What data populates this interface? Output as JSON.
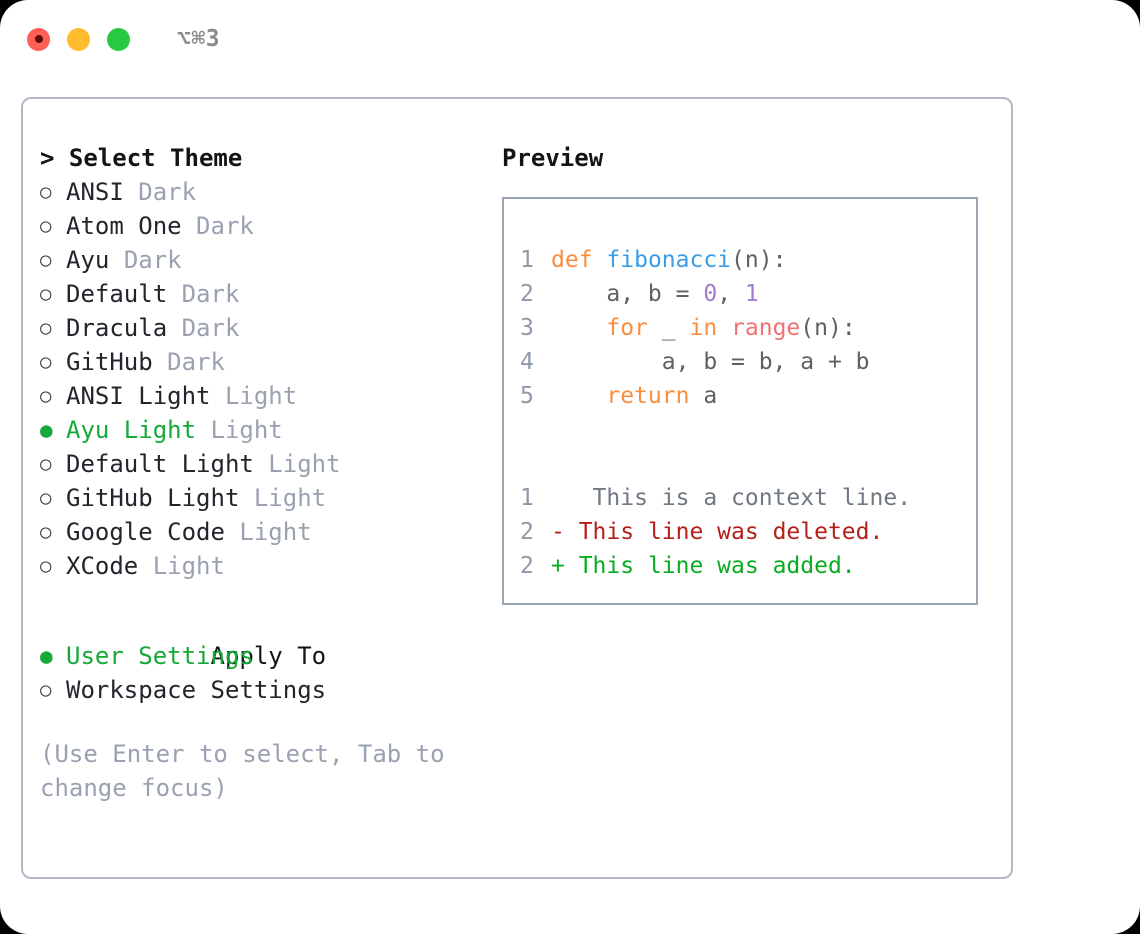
{
  "titlebar": {
    "shortcut": "⌥⌘3",
    "buttons": [
      {
        "name": "close",
        "color": "#ff5f57"
      },
      {
        "name": "minimize",
        "color": "#febc2e"
      },
      {
        "name": "maximize",
        "color": "#28c840"
      }
    ]
  },
  "theme_picker": {
    "heading": "> Select Theme",
    "bullet_off": "○",
    "bullet_on": "●",
    "items": [
      {
        "name": "ANSI",
        "kind": "Dark",
        "selected": false
      },
      {
        "name": "Atom One",
        "kind": "Dark",
        "selected": false
      },
      {
        "name": "Ayu",
        "kind": "Dark",
        "selected": false
      },
      {
        "name": "Default",
        "kind": "Dark",
        "selected": false
      },
      {
        "name": "Dracula",
        "kind": "Dark",
        "selected": false
      },
      {
        "name": "GitHub",
        "kind": "Dark",
        "selected": false
      },
      {
        "name": "ANSI Light",
        "kind": "Light",
        "selected": false
      },
      {
        "name": "Ayu Light",
        "kind": "Light",
        "selected": true
      },
      {
        "name": "Default Light",
        "kind": "Light",
        "selected": false
      },
      {
        "name": "GitHub Light",
        "kind": "Light",
        "selected": false
      },
      {
        "name": "Google Code",
        "kind": "Light",
        "selected": false
      },
      {
        "name": "XCode",
        "kind": "Light",
        "selected": false
      }
    ]
  },
  "apply_to": {
    "heading": "Apply To",
    "items": [
      {
        "name": "User Settings",
        "selected": true
      },
      {
        "name": "Workspace Settings",
        "selected": false
      }
    ]
  },
  "hint": "(Use Enter to select, Tab to\nchange focus)",
  "preview": {
    "heading": "Preview",
    "code_lines": [
      {
        "num": "1",
        "tokens": [
          {
            "t": "def",
            "c": "kw"
          },
          {
            "t": " ",
            "c": "plain"
          },
          {
            "t": "fibonacci",
            "c": "fn"
          },
          {
            "t": "(n):",
            "c": "punct"
          }
        ]
      },
      {
        "num": "2",
        "tokens": [
          {
            "t": "    a, b = ",
            "c": "plain"
          },
          {
            "t": "0",
            "c": "num"
          },
          {
            "t": ", ",
            "c": "plain"
          },
          {
            "t": "1",
            "c": "num"
          }
        ]
      },
      {
        "num": "3",
        "tokens": [
          {
            "t": "    ",
            "c": "plain"
          },
          {
            "t": "for",
            "c": "kw"
          },
          {
            "t": " _ ",
            "c": "plain"
          },
          {
            "t": "in",
            "c": "kw"
          },
          {
            "t": " ",
            "c": "plain"
          },
          {
            "t": "range",
            "c": "call"
          },
          {
            "t": "(n):",
            "c": "punct"
          }
        ]
      },
      {
        "num": "4",
        "tokens": [
          {
            "t": "        a, b = b, a + b",
            "c": "plain"
          }
        ]
      },
      {
        "num": "5",
        "tokens": [
          {
            "t": "    ",
            "c": "plain"
          },
          {
            "t": "return",
            "c": "kw"
          },
          {
            "t": " a",
            "c": "plain"
          }
        ]
      }
    ],
    "diff_lines": [
      {
        "num": "1",
        "marker": " ",
        "text": "  This is a context line.",
        "kind": "diff-ctx"
      },
      {
        "num": "2",
        "marker": "-",
        "text": " This line was deleted.",
        "kind": "diff-del"
      },
      {
        "num": "2",
        "marker": "+",
        "text": " This line was added.",
        "kind": "diff-add"
      }
    ]
  },
  "colors": {
    "keyword": "#fa8d3e",
    "function": "#399ee6",
    "number": "#a37acc",
    "call": "#f07171",
    "plain": "#5c6166",
    "line_number": "#8d98a9",
    "selected_green": "#16a939",
    "muted": "#9aa2b1",
    "border": "#b3bac6"
  }
}
